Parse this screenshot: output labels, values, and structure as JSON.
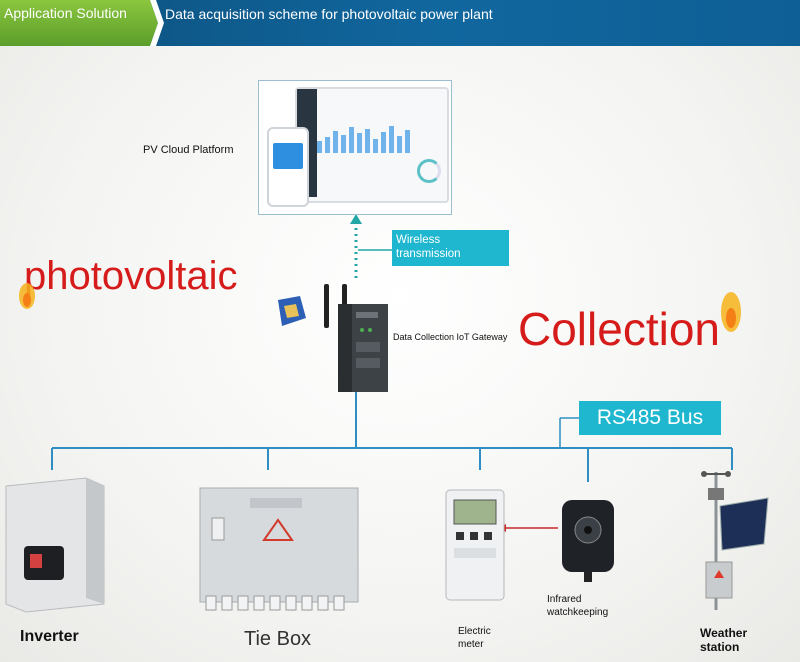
{
  "header": {
    "left_tab": "Application Solution",
    "title": "Data acquisition scheme for photovoltaic power plant"
  },
  "cloud": {
    "label": "PV Cloud Platform"
  },
  "link": {
    "wireless": "Wireless transmission"
  },
  "gateway": {
    "label": "Data Collection IoT Gateway"
  },
  "bus": {
    "label": "RS485 Bus"
  },
  "banner": {
    "left": "photovoltaic",
    "right": "Collection"
  },
  "devices": {
    "inverter": "Inverter",
    "tie_box": "Tie Box",
    "meter": "Electric meter",
    "infrared": "Infrared watchkeeping",
    "weather": "Weather station"
  },
  "colors": {
    "accent": "#1fb7cf",
    "header": "#10679e",
    "tab": "#6fb03a",
    "red_text": "#d61b1b",
    "line": "#2f8fc4"
  }
}
